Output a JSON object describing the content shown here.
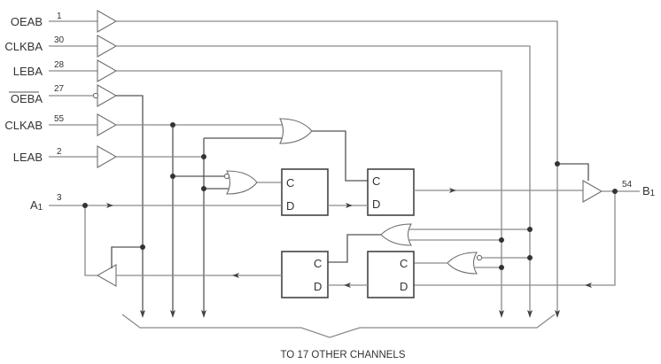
{
  "signals": [
    {
      "name": "OEAB",
      "pin": "1"
    },
    {
      "name": "CLKBA",
      "pin": "30"
    },
    {
      "name": "LEBA",
      "pin": "28"
    },
    {
      "name": "OEBA",
      "pin": "27",
      "active_low": true
    },
    {
      "name": "CLKAB",
      "pin": "55"
    },
    {
      "name": "LEAB",
      "pin": "2"
    }
  ],
  "port_a": {
    "name": "A",
    "subscript": "1",
    "pin": "3"
  },
  "port_b": {
    "name": "B",
    "subscript": "1",
    "pin": "54"
  },
  "flipflop_labels": {
    "clock": "C",
    "data": "D"
  },
  "footer": "TO 17 OTHER CHANNELS"
}
